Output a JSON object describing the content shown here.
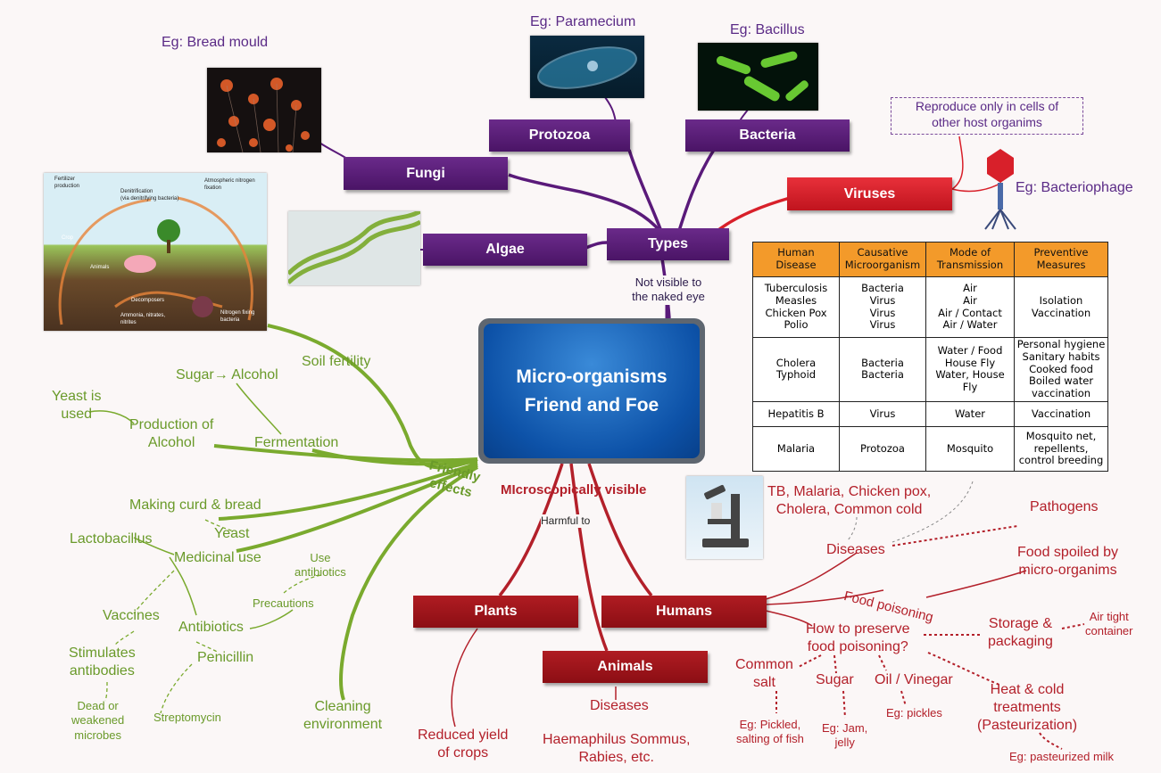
{
  "center": {
    "line1": "Micro-organisms",
    "line2": "Friend and Foe"
  },
  "types": {
    "label": "Types",
    "note": "Not visible to\nthe naked eye",
    "fungi": {
      "label": "Fungi",
      "example": "Eg: Bread mould"
    },
    "protozoa": {
      "label": "Protozoa",
      "example": "Eg: Paramecium"
    },
    "bacteria": {
      "label": "Bacteria",
      "example": "Eg: Bacillus"
    },
    "algae": {
      "label": "Algae"
    },
    "viruses": {
      "label": "Viruses",
      "note": "Reproduce only in cells of\nother host organims",
      "example": "Eg: Bacteriophage"
    }
  },
  "table": {
    "headers": [
      "Human\nDisease",
      "Causative\nMicroorganism",
      "Mode of\nTransmission",
      "Preventive\nMeasures"
    ],
    "rows": [
      [
        "Tuberculosis\nMeasles\nChicken Pox\nPolio",
        "Bacteria\nVirus\nVirus\nVirus",
        "Air\nAir\nAir / Contact\nAir / Water",
        "Isolation\nVaccination"
      ],
      [
        "Cholera\nTyphoid",
        "Bacteria\nBacteria",
        "Water / Food\nHouse Fly\nWater, House\nFly",
        "Personal hygiene\nSanitary habits\nCooked food\nBoiled water\nvaccination"
      ],
      [
        "Hepatitis B",
        "Virus",
        "Water",
        "Vaccination"
      ],
      [
        "Malaria",
        "Protozoa",
        "Mosquito",
        "Mosquito net,\nrepellents,\ncontrol breeding"
      ]
    ]
  },
  "friendly": {
    "label": "Friendly\neffects",
    "soil_fertility": "Soil fertility",
    "sugar_alcohol": "Sugar→ Alcohol",
    "yeast_used": "Yeast is\nused",
    "production_alcohol": "Production of\nAlcohol",
    "fermentation": "Fermentation",
    "making_curd": "Making curd & bread",
    "yeast": "Yeast",
    "lactobacillus": "Lactobacillus",
    "medicinal_use": "Medicinal use",
    "use_antibiotics": "Use\nantibiotics",
    "precautions": "Precautions",
    "vaccines": "Vaccines",
    "antibiotics": "Antibiotics",
    "stimulates": "Stimulates\nantibodies",
    "penicillin": "Penicillin",
    "dead_microbes": "Dead or\nweakened\nmicrobes",
    "streptomycin": "Streptomycin",
    "cleaning": "Cleaning\nenvironment"
  },
  "harmful": {
    "micro_visible": "MIcroscopically visible",
    "harmful_to": "Harmful to",
    "plants": "Plants",
    "humans": "Humans",
    "animals": "Animals",
    "reduced_yield": "Reduced yield\nof crops",
    "animal_diseases": "Diseases",
    "animal_examples": "Haemaphilus Sommus,\nRabies, etc.",
    "disease_examples": "TB, Malaria, Chicken pox,\nCholera, Common cold",
    "diseases": "Diseases",
    "pathogens": "Pathogens",
    "food_spoiled": "Food spoiled by\nmicro-organims",
    "food_poisoning": "Food poisoning",
    "preserve": "How to preserve\nfood poisoning?",
    "storage": "Storage &\npackaging",
    "air_tight": "Air tight\ncontainer",
    "common_salt": "Common\nsalt",
    "sugar": "Sugar",
    "oil_vinegar": "Oil / Vinegar",
    "heat_cold": "Heat & cold\ntreatments\n(Pasteurization)",
    "eg_pickled": "Eg: Pickled,\nsalting of fish",
    "eg_jam": "Eg: Jam,\njelly",
    "eg_pickles": "Eg: pickles",
    "eg_milk": "Eg: pasteurized milk"
  },
  "nitrogen_cycle": {
    "fertilizer": "Fertilizer\nproduction",
    "denitrification": "Denitrification\n(via denitrifying bacteria)",
    "atmospheric": "Atmospheric nitrogen\nfixation",
    "crop": "Crop",
    "animals": "Animals",
    "decomposers": "Decomposers",
    "ammonia": "Ammonia, nitrates,\nnitrites",
    "nitrogen_fixing": "Nitrogen fixing\nbacteria"
  },
  "colors": {
    "purple": "#5a1a7a",
    "red": "#d8202a",
    "dark_red": "#9c1218",
    "green": "#7aaa2e",
    "blue": "#0d52a8",
    "orange": "#f39a2a"
  }
}
